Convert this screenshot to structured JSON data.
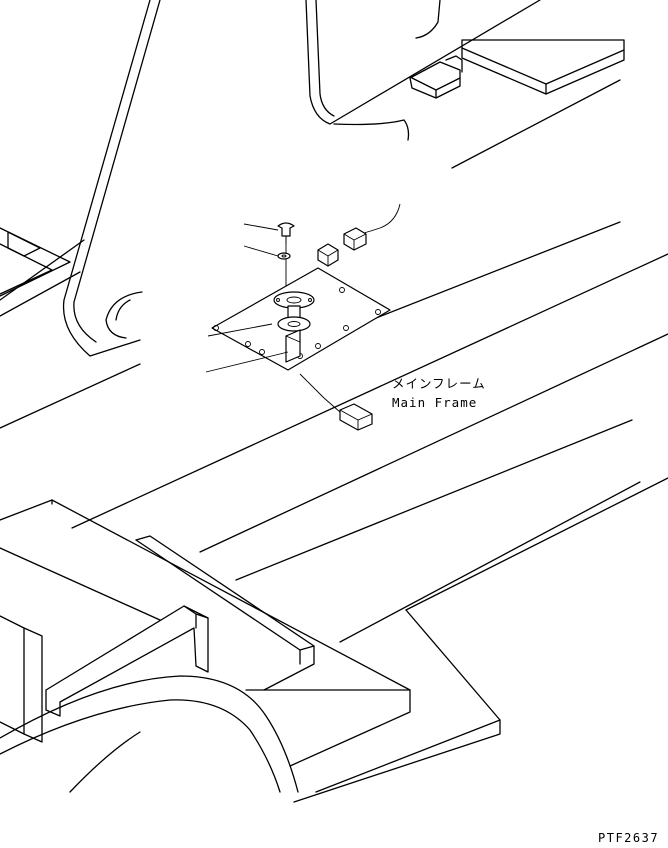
{
  "diagram": {
    "labels": {
      "main_frame_jp": "メインフレーム",
      "main_frame_en": "Main Frame"
    },
    "figure_code": "PTF2637"
  }
}
